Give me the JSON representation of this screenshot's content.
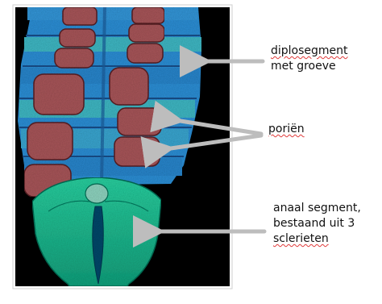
{
  "labels": {
    "diplosegment": {
      "line1": "diplosegment",
      "line2": "met groeve"
    },
    "porien": {
      "line1": "poriën"
    },
    "anaal_segment": {
      "line1": "anaal segment,",
      "line2": "bestaand uit 3",
      "line3": "sclerieten"
    }
  },
  "colors": {
    "background": "#000000",
    "segment_blue": "#2f8fd6",
    "ring_cyan": "#3fb8c4",
    "gland_red": "#a8565a",
    "anal_green": "#22b890",
    "arrow": "#bdbdbd",
    "spellcheck_underline": "#e03a3a"
  }
}
